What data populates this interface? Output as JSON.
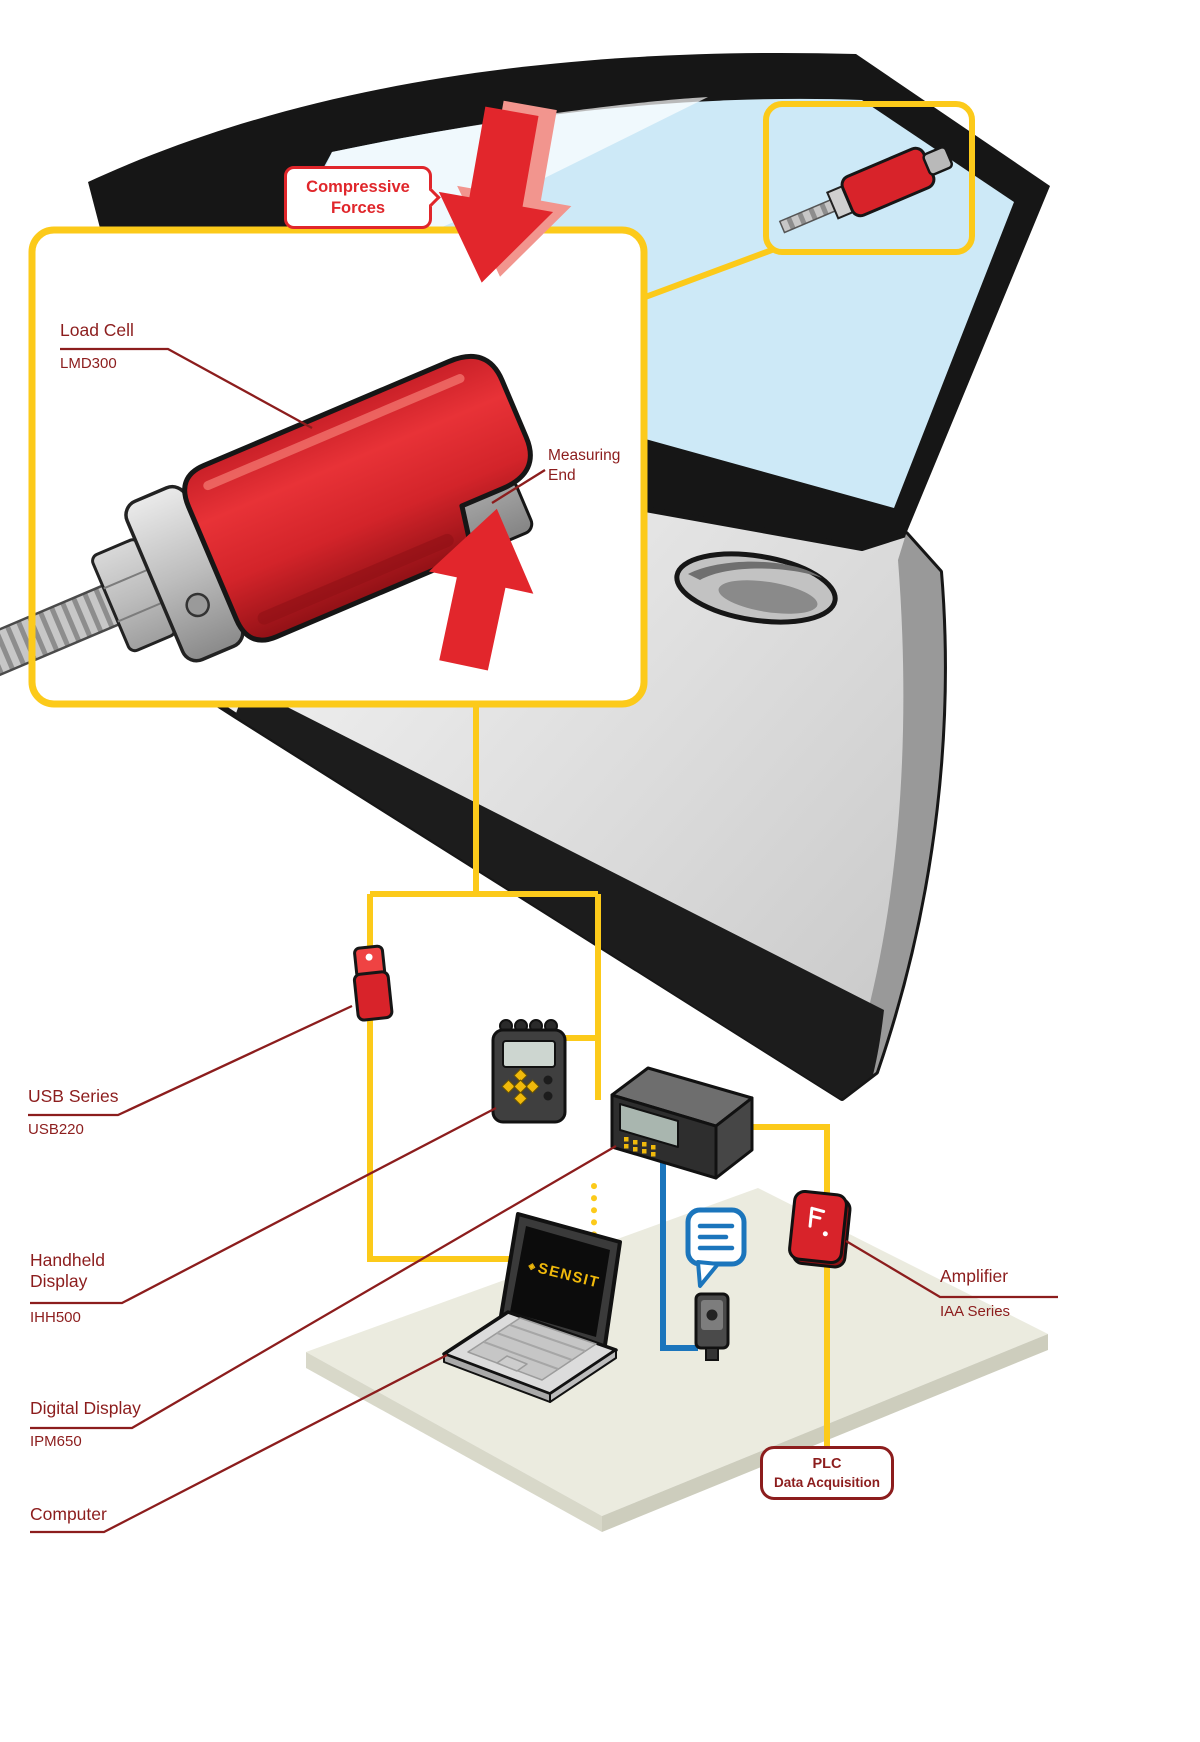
{
  "colors": {
    "accent_red": "#E0262B",
    "label_maroon": "#8C1D1D",
    "connector_yellow": "#FCCA1A",
    "cable_blue": "#1B75BC"
  },
  "callouts": {
    "compressive_forces": "Compressive Forces",
    "measuring_end": "Measuring End"
  },
  "labels": {
    "load_cell": {
      "title": "Load Cell",
      "model": "LMD300"
    },
    "usb": {
      "title": "USB Series",
      "model": "USB220"
    },
    "handheld": {
      "title": "Handheld Display",
      "model": "IHH500"
    },
    "digital": {
      "title": "Digital Display",
      "model": "IPM650"
    },
    "computer": {
      "title": "Computer"
    },
    "amplifier": {
      "title": "Amplifier",
      "model": "IAA Series"
    },
    "plc": {
      "line1": "PLC",
      "line2": "Data Acquisition"
    }
  },
  "laptop": {
    "logo_icon": "◈",
    "logo_text": "SENSIT"
  }
}
